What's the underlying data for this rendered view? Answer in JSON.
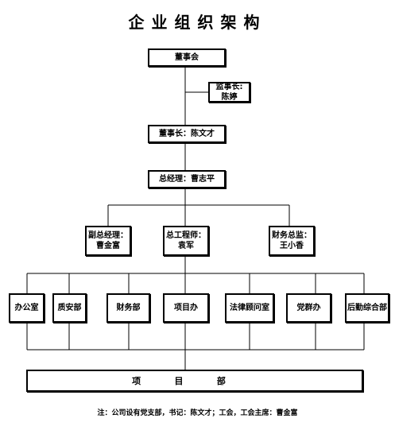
{
  "title": "企业组织架构",
  "board": "董事会",
  "supervisor": {
    "line1": "监事长:",
    "line2": "陈婷"
  },
  "chairman": "董事长：陈文才",
  "general_manager": "总经理：曹志平",
  "executives": [
    {
      "line1": "副总经理：",
      "line2": "曹金富"
    },
    {
      "line1": "总工程师：",
      "line2": "袁军"
    },
    {
      "line1": "财务总监：",
      "line2": "王小香"
    }
  ],
  "departments": [
    "办公室",
    "质安部",
    "财务部",
    "项目办",
    "法律顾问室",
    "党群办",
    "后勤综合部"
  ],
  "project_dept": [
    "项",
    "目",
    "部"
  ],
  "note": "注：公司设有党支部，书记：陈文才；工会，工会主席：曹金富"
}
